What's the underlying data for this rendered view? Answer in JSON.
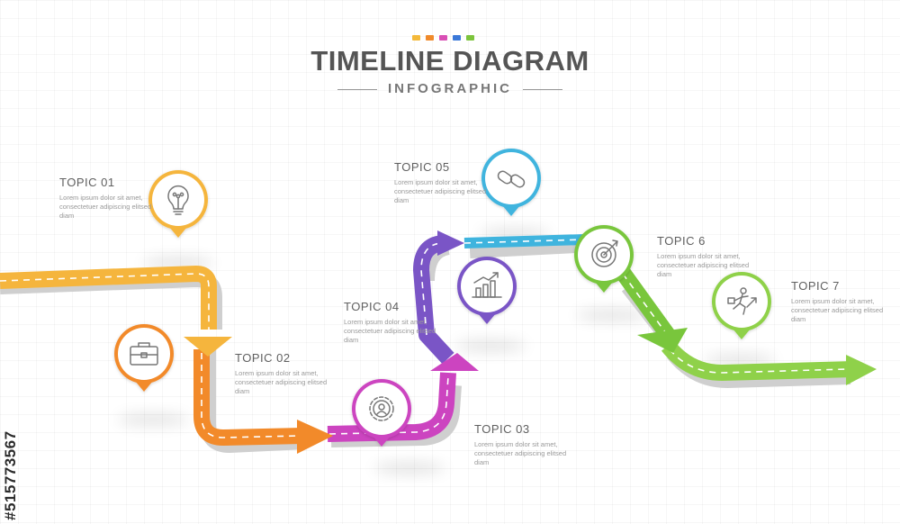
{
  "header": {
    "title": "TIMELINE DIAGRAM",
    "subtitle": "INFOGRAPHIC",
    "accent_dots": [
      "#f4b93a",
      "#f08a2b",
      "#d94fb5",
      "#3b78d8",
      "#7cc43c"
    ]
  },
  "colors": {
    "topic1": "#f5b53d",
    "topic2": "#f28a2a",
    "topic3": "#cc44c0",
    "topic4": "#7a55c6",
    "topic5": "#3fb4de",
    "topic6": "#79c63c",
    "topic7": "#8fd14a"
  },
  "topics": [
    {
      "title": "TOPIC 01",
      "desc": "Lorem ipsum dolor sit amet, consectetuer adipiscing elitsed diam",
      "icon": "lightbulb-icon"
    },
    {
      "title": "TOPIC 02",
      "desc": "Lorem ipsum dolor sit amet, consectetuer adipiscing elitsed diam",
      "icon": "briefcase-icon"
    },
    {
      "title": "TOPIC 03",
      "desc": "Lorem ipsum dolor sit amet, consectetuer adipiscing elitsed diam",
      "icon": "gear-person-icon"
    },
    {
      "title": "TOPIC 04",
      "desc": "Lorem ipsum dolor sit amet, consectetuer adipiscing elitsed diam",
      "icon": "growth-chart-icon"
    },
    {
      "title": "TOPIC 05",
      "desc": "Lorem ipsum dolor sit amet, consectetuer adipiscing elitsed diam",
      "icon": "chain-link-icon"
    },
    {
      "title": "TOPIC 6",
      "desc": "Lorem ipsum dolor sit amet, consectetuer adipiscing elitsed diam",
      "icon": "target-icon"
    },
    {
      "title": "TOPIC 7",
      "desc": "Lorem ipsum dolor sit amet, consectetuer adipiscing elitsed diam",
      "icon": "runner-icon"
    }
  ],
  "watermark_id": "#515773567"
}
